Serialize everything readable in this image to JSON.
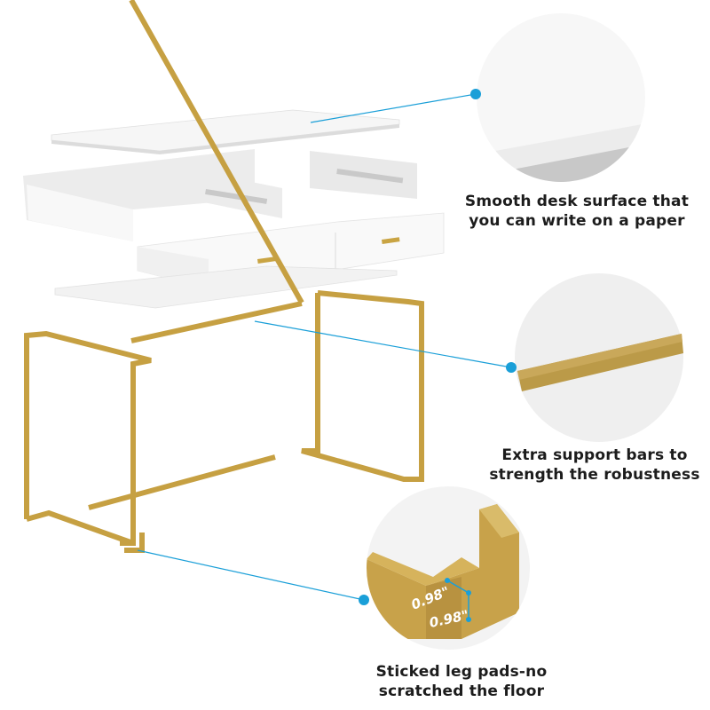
{
  "callouts": [
    {
      "id": "surface",
      "text_line1": "Smooth desk surface that",
      "text_line2": "you can write on a paper"
    },
    {
      "id": "support",
      "text_line1": "Extra support bars to",
      "text_line2": "strength the robustness"
    },
    {
      "id": "legpads",
      "text_line1": "Sticked leg pads-no",
      "text_line2": "scratched the floor"
    }
  ],
  "dimensions": {
    "width": "0.98\"",
    "height": "0.98\""
  },
  "colors": {
    "accent_line": "#1a9fd8",
    "gold": "#c9a443",
    "panel": "#f4f4f4",
    "text": "#1c1c1c"
  }
}
